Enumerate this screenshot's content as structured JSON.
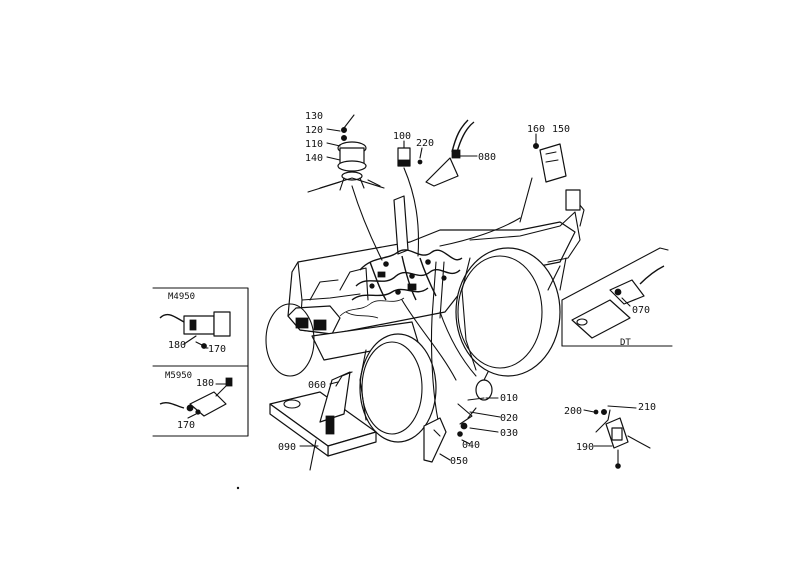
{
  "callouts": {
    "c010": "010",
    "c020": "020",
    "c030": "030",
    "c040": "040",
    "c050": "050",
    "c060": "060",
    "c070": "070",
    "c080": "080",
    "c090": "090",
    "c100": "100",
    "c110": "110",
    "c120": "120",
    "c130": "130",
    "c140": "140",
    "c150": "150",
    "c160": "160",
    "c170_a": "170",
    "c170_b": "170",
    "c180_a": "180",
    "c180_b": "180",
    "c190": "190",
    "c200": "200",
    "c210": "210",
    "c220": "220"
  },
  "insets": {
    "m4950": "M4950",
    "m5950": "M5950",
    "dt": "DT"
  }
}
